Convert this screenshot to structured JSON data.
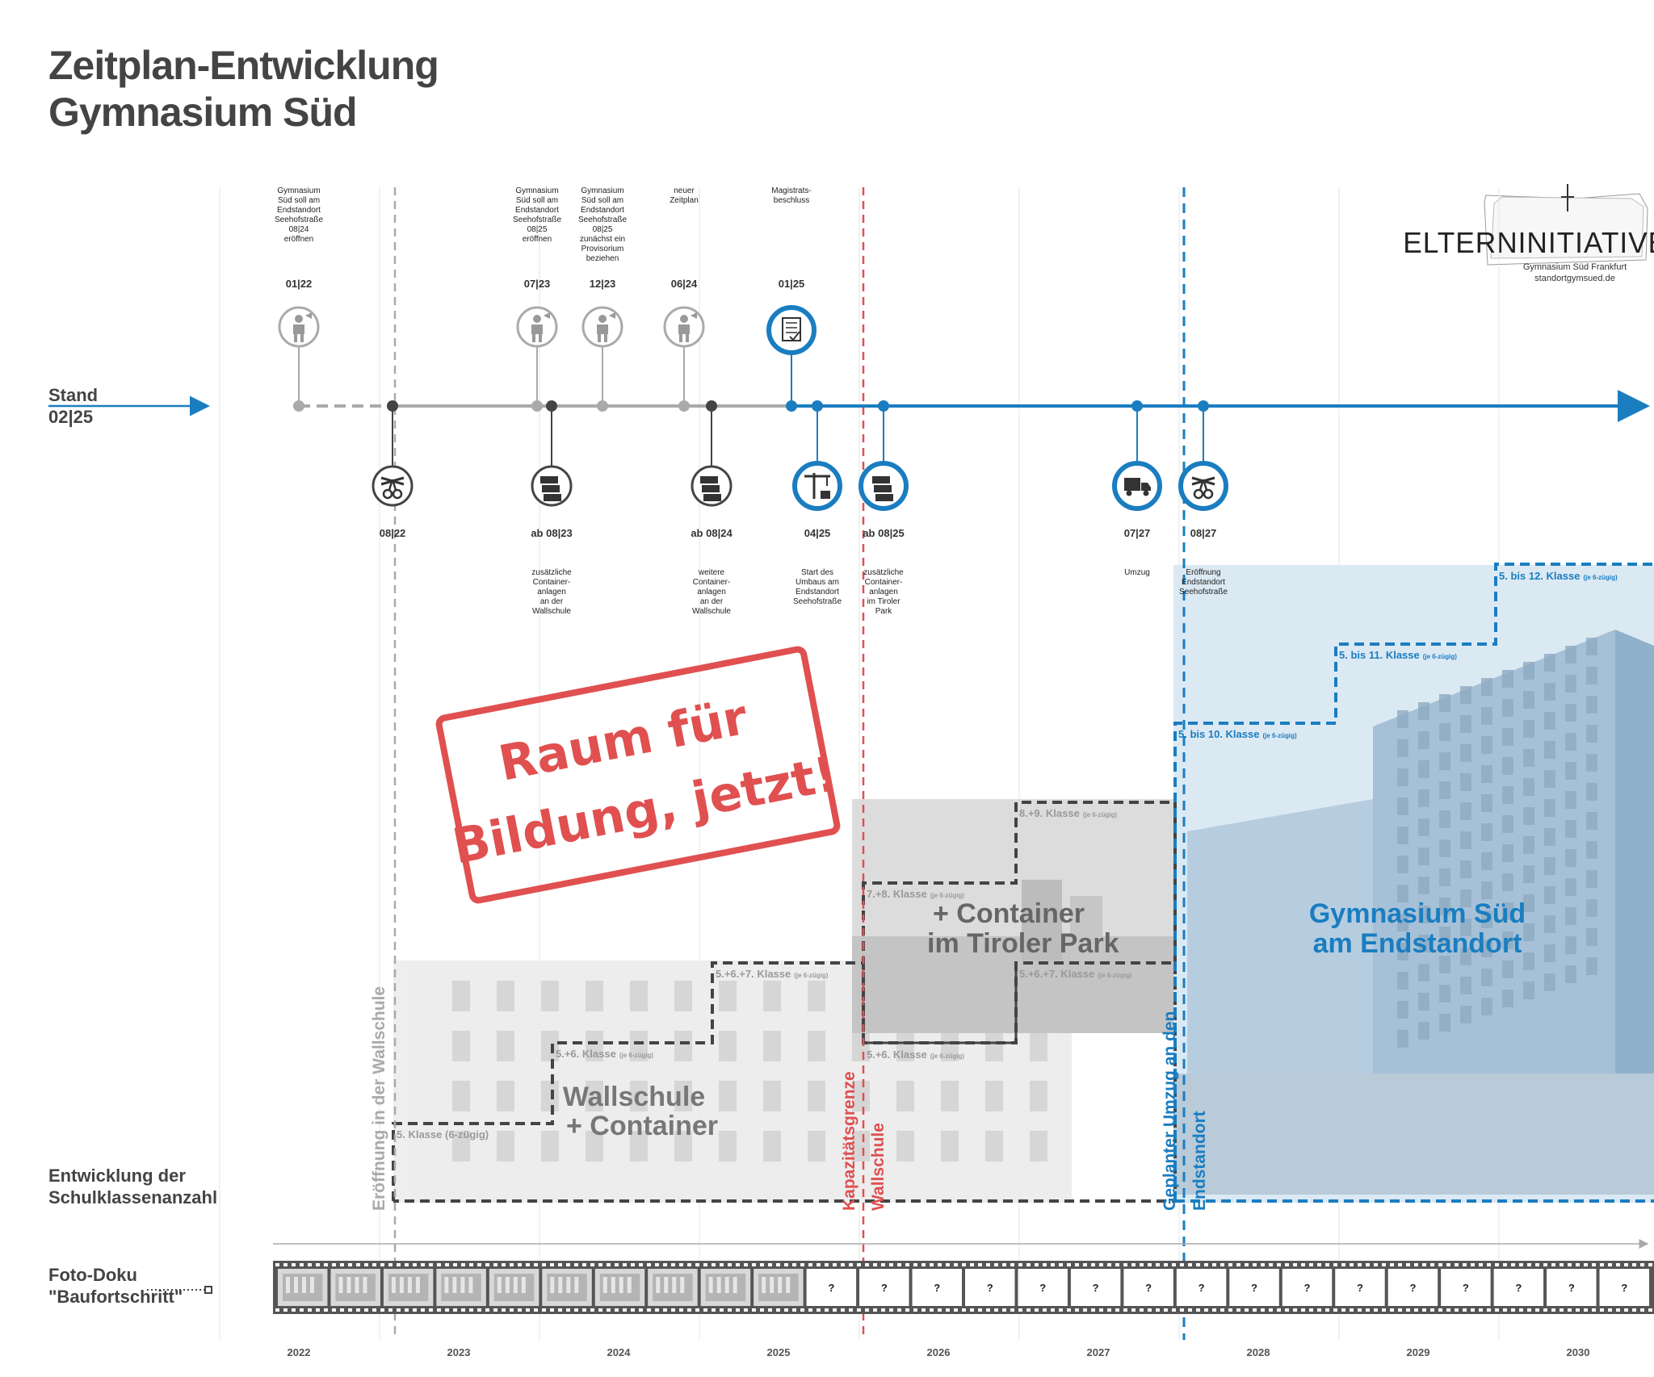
{
  "title": {
    "line1": "Zeitplan-Entwicklung",
    "line2": "Gymnasium Süd"
  },
  "stand": {
    "label": "Stand",
    "date": "02|25"
  },
  "logo": {
    "name": "ELTERNINITIATIVE",
    "sub": "Gymnasium Süd Frankfurt",
    "url": "standortgymsued.de"
  },
  "years": [
    "2022",
    "2023",
    "2024",
    "2025",
    "2026",
    "2027",
    "2028",
    "2029",
    "2030"
  ],
  "upper_milestones": [
    {
      "date": "01|22",
      "text": [
        "Gymnasium",
        "Süd soll am",
        "Endstandort",
        "Seehofstraße",
        "08|24",
        "eröffnen"
      ],
      "icon": "speaker-person-icon"
    },
    {
      "date": "07|23",
      "text": [
        "Gymnasium",
        "Süd soll am",
        "Endstandort",
        "Seehofstraße",
        "08|25",
        "eröffnen"
      ],
      "icon": "speaker-person-icon"
    },
    {
      "date": "12|23",
      "text": [
        "Gymnasium",
        "Süd soll am",
        "Endstandort",
        "Seehofstraße",
        "08|25",
        "zunächst ein",
        "Provisorium",
        "beziehen"
      ],
      "icon": "speaker-person-icon"
    },
    {
      "date": "06|24",
      "text": [
        "neuer",
        "Zeitplan"
      ],
      "icon": "speaker-person-icon"
    },
    {
      "date": "01|25",
      "text": [
        "Magistrats-",
        "beschluss"
      ],
      "icon": "document-check-icon"
    }
  ],
  "lower_milestones": [
    {
      "date": "08|22",
      "text": [],
      "icon": "ribbon-cutting-icon"
    },
    {
      "date": "ab 08|23",
      "text": [
        "zusätzliche",
        "Container-",
        "anlagen",
        "an der",
        "Wallschule"
      ],
      "icon": "container-icon"
    },
    {
      "date": "ab 08|24",
      "text": [
        "weitere",
        "Container-",
        "anlagen",
        "an der",
        "Wallschule"
      ],
      "icon": "container-icon"
    },
    {
      "date": "04|25",
      "text": [
        "Start des",
        "Umbaus am",
        "Endstandort",
        "Seehofstraße"
      ],
      "icon": "crane-icon"
    },
    {
      "date": "ab 08|25",
      "text": [
        "zusätzliche",
        "Container-",
        "anlagen",
        "im Tiroler",
        "Park"
      ],
      "icon": "container-icon"
    },
    {
      "date": "07|27",
      "text": [
        "Umzug"
      ],
      "icon": "moving-truck-icon"
    },
    {
      "date": "08|27",
      "text": [
        "Eröffnung",
        "Endstandort",
        "Seehofstraße"
      ],
      "icon": "ribbon-cutting-icon"
    }
  ],
  "steps": [
    {
      "label": "5. Klasse (6-zügig)",
      "note": ""
    },
    {
      "label": "5.+6. Klasse",
      "note": "(je 6-zügig)"
    },
    {
      "label": "5.+6.+7. Klasse",
      "note": "(je 6-zügig)"
    },
    {
      "label": "5.+6. Klasse",
      "note": "(je 6-zügig)"
    },
    {
      "label": "5.+6.+7. Klasse",
      "note": "(je 6-zügig)"
    },
    {
      "label": "7.+8. Klasse",
      "note": "(je 6-zügig)"
    },
    {
      "label": "8.+9. Klasse",
      "note": "(je 6-zügig)"
    },
    {
      "label": "5. bis 10. Klasse",
      "note": "(je 6-zügig)"
    },
    {
      "label": "5. bis 11. Klasse",
      "note": "(je 6-zügig)"
    },
    {
      "label": "5. bis 12. Klasse",
      "note": "(je 6-zügig)"
    }
  ],
  "areas": {
    "wallschule": [
      "Wallschule",
      "+ Container"
    ],
    "tiroler": [
      "+ Container",
      "im Tiroler Park"
    ],
    "endstandort": [
      "Gymnasium Süd",
      "am Endstandort"
    ]
  },
  "vertical_labels": {
    "opening": "Eröffnung in der Wallschule",
    "capacity": [
      "Kapazitätsgrenze",
      "Wallschule"
    ],
    "move": [
      "Geplanter Umzug an den",
      "Endstandort"
    ]
  },
  "stamp": [
    "Raum für",
    "Bildung, jetzt!"
  ],
  "left_labels": {
    "development": [
      "Entwicklung der",
      "Schulklassenanzahl"
    ],
    "photo": [
      "Foto-Doku",
      "\"Baufortschritt\""
    ]
  },
  "film": {
    "photo_frames": 10,
    "unknown_frames": 16,
    "unknown_mark": "?"
  },
  "colors": {
    "blue": "#1a7dc0",
    "red": "#e05050",
    "gray": "#a8a8a8",
    "dark": "#444444",
    "light_blue_fill": "#dbe9f3"
  }
}
